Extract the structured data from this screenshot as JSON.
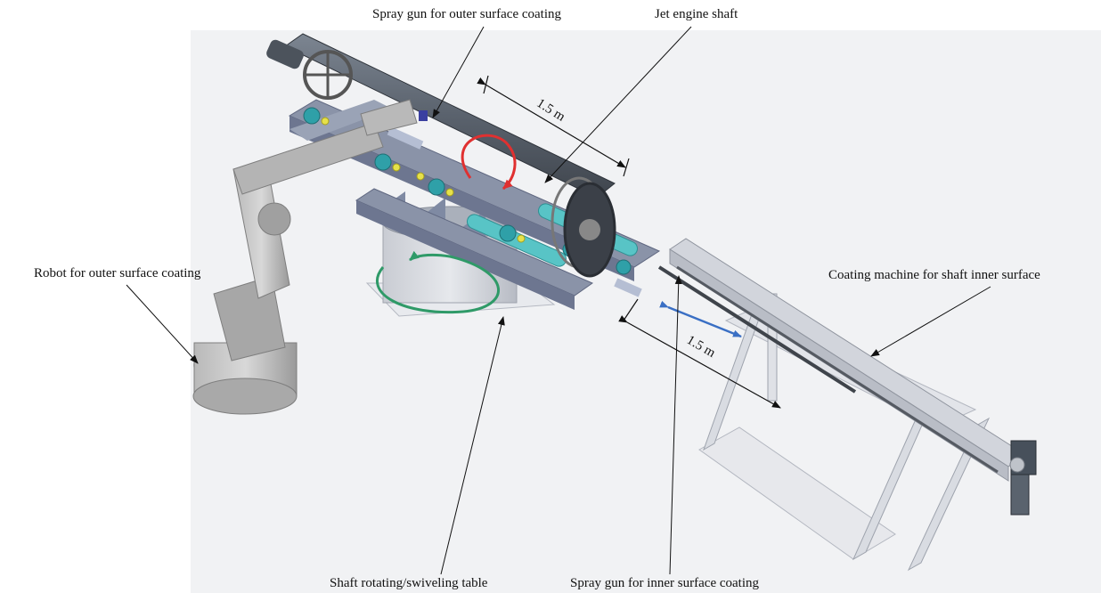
{
  "labels": {
    "spray_gun_outer": "Spray gun for outer surface coating",
    "jet_engine_shaft": "Jet engine shaft",
    "robot_outer": "Robot for outer surface coating",
    "coating_machine_inner": "Coating machine for shaft inner surface",
    "shaft_table": "Shaft rotating/swiveling table",
    "spray_gun_inner": "Spray gun for inner surface coating",
    "dim_shaft": "1.5 m",
    "dim_gun": "1.5 m"
  },
  "colors": {
    "rotation_arrow": "#e03030",
    "swivel_arrow": "#2f9a68",
    "travel_arrow": "#3a6fc4",
    "frame": "#8a93a8",
    "shaft": "#5c6470",
    "roller": "#58c4c6",
    "robot": "#9c9c9c"
  }
}
